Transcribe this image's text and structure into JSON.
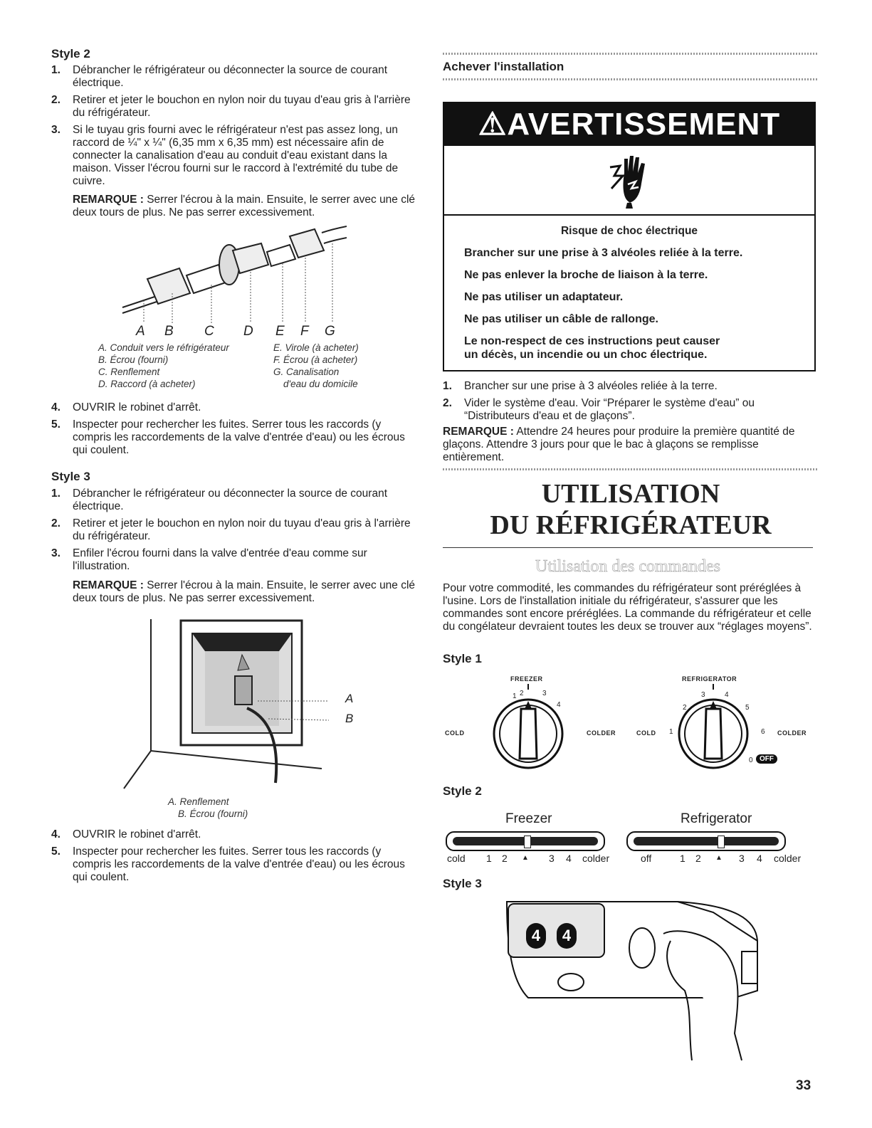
{
  "left": {
    "style2": {
      "heading": "Style 2",
      "steps": [
        {
          "num": "1.",
          "text": "Débrancher le réfrigérateur ou déconnecter la source de courant électrique."
        },
        {
          "num": "2.",
          "text": "Retirer et jeter le bouchon en nylon noir du tuyau d'eau gris à l'arrière du réfrigérateur."
        },
        {
          "num": "3.",
          "text": "Si le tuyau gris fourni avec le réfrigérateur n'est pas assez long, un raccord de ¼\" x ¼\" (6,35 mm x 6,35 mm) est nécessaire afin de connecter la canalisation d'eau au conduit d'eau existant dans la maison. Visser l'écrou fourni sur le raccord à l'extrémité du tube de cuivre."
        }
      ],
      "remark_label": "REMARQUE :",
      "remark_text": " Serrer l'écrou à la main. Ensuite, le serrer avec une clé deux tours de plus. Ne pas serrer excessivement.",
      "figure_letters": [
        "A",
        "B",
        "C",
        "D",
        "E",
        "F",
        "G"
      ],
      "captions_left": [
        "A. Conduit vers le réfrigérateur",
        "B. Écrou (fourni)",
        "C. Renflement",
        "D. Raccord (à acheter)"
      ],
      "captions_right": [
        "E. Virole (à acheter)",
        "F. Écrou (à acheter)",
        "G. Canalisation",
        "d'eau du domicile"
      ],
      "steps_after": [
        {
          "num": "4.",
          "text": "OUVRIR le robinet d'arrêt."
        },
        {
          "num": "5.",
          "text": "Inspecter pour rechercher les fuites. Serrer tous les raccords (y compris les raccordements de la valve d'entrée d'eau) ou les écrous qui coulent."
        }
      ]
    },
    "style3": {
      "heading": "Style 3",
      "steps": [
        {
          "num": "1.",
          "text": "Débrancher le réfrigérateur ou déconnecter la source de courant électrique."
        },
        {
          "num": "2.",
          "text": "Retirer et jeter le bouchon en nylon noir du tuyau d'eau gris à l'arrière du réfrigérateur."
        },
        {
          "num": "3.",
          "text": "Enfiler l'écrou fourni dans la valve d'entrée d'eau comme sur l'illustration."
        }
      ],
      "remark_label": "REMARQUE :",
      "remark_text": " Serrer l'écrou à la main. Ensuite, le serrer avec une clé deux tours de plus. Ne pas serrer excessivement.",
      "figure_letters": [
        "A",
        "B"
      ],
      "captions": [
        "A. Renflement",
        "B. Écrou (fourni)"
      ],
      "steps_after": [
        {
          "num": "4.",
          "text": "OUVRIR le robinet d'arrêt."
        },
        {
          "num": "5.",
          "text": "Inspecter pour rechercher les fuites. Serrer tous les raccords (y compris les raccordements de la valve d'entrée d'eau) ou les écrous qui coulent."
        }
      ]
    }
  },
  "right": {
    "install_heading": "Achever l'installation",
    "warning": {
      "title": "AVERTISSEMENT",
      "subtitle": "Risque de choc électrique",
      "lines": [
        "Brancher sur une prise à 3 alvéoles reliée à la terre.",
        "Ne pas enlever la broche de liaison à la terre.",
        "Ne pas utiliser un adaptateur.",
        "Ne pas utiliser un câble de rallonge."
      ],
      "final": [
        "Le non-respect de ces instructions peut causer",
        "un décès, un incendie ou un choc électrique."
      ]
    },
    "steps": [
      {
        "num": "1.",
        "text": "Brancher sur une prise à 3 alvéoles reliée à la terre."
      },
      {
        "num": "2.",
        "text": "Vider le système d'eau. Voir “Préparer le système d'eau” ou “Distributeurs d'eau et de glaçons”."
      }
    ],
    "remark_label": "REMARQUE :",
    "remark_text": " Attendre 24 heures pour produire la première quantité de glaçons. Attendre 3 jours pour que le bac à glaçons se remplisse entièrement.",
    "section_title_1": "UTILISATION",
    "section_title_2": "DU RÉFRIGÉRATEUR",
    "subsection": "Utilisation des commandes",
    "intro": "Pour votre commodité, les commandes du réfrigérateur sont préréglées à l'usine. Lors de l'installation initiale du réfrigérateur, s'assurer que les commandes sont encore préréglées. La commande du réfrigérateur et celle du congélateur devraient toutes les deux se trouver aux “réglages moyens”.",
    "style1": {
      "heading": "Style 1",
      "freezer_label": "FREEZER",
      "refrigerator_label": "REFRIGERATOR",
      "cold": "COLD",
      "colder": "COLDER",
      "freezer_ticks": [
        "1",
        "2",
        "3",
        "4"
      ],
      "fridge_ticks": [
        "1",
        "2",
        "3",
        "4",
        "5",
        "6",
        "0"
      ],
      "off_badge": "OFF"
    },
    "style2": {
      "heading": "Style 2",
      "freezer": "Freezer",
      "refrigerator": "Refrigerator",
      "freezer_scale": [
        "cold",
        "1",
        "2",
        "▲",
        "3",
        "4",
        "colder"
      ],
      "fridge_scale": [
        "off",
        "1",
        "2",
        "▲",
        "3",
        "4",
        "colder"
      ]
    },
    "style3": {
      "heading": "Style 3",
      "display_digits": [
        "4",
        "4"
      ]
    }
  },
  "page_number": "33"
}
